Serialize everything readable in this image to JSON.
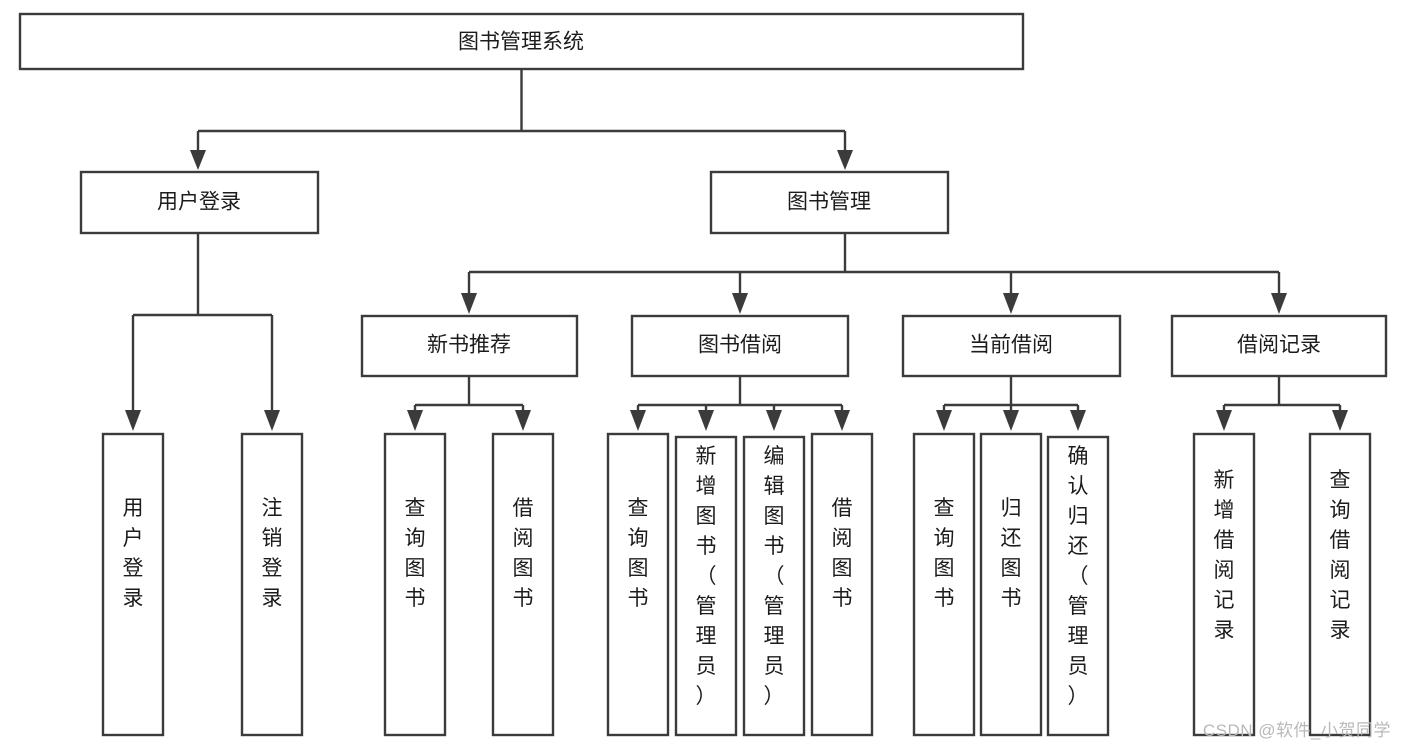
{
  "diagram": {
    "type": "tree",
    "title": "图书管理系统",
    "watermark": "CSDN @软件_小贺同学",
    "colors": {
      "stroke": "#3b3b3b",
      "fill": "#ffffff",
      "text": "#1c1c1c",
      "watermark": "#b9b9b9",
      "background": "#ffffff"
    },
    "nodes": {
      "root": {
        "label": "图书管理系统",
        "level": 1,
        "orientation": "horizontal"
      },
      "l2_user_login": {
        "label": "用户登录",
        "level": 2,
        "orientation": "horizontal"
      },
      "l2_book_manage": {
        "label": "图书管理",
        "level": 2,
        "orientation": "horizontal"
      },
      "l3_new_book_rec": {
        "label": "新书推荐",
        "level": 3,
        "orientation": "horizontal"
      },
      "l3_book_borrow": {
        "label": "图书借阅",
        "level": 3,
        "orientation": "horizontal"
      },
      "l3_current_borrow": {
        "label": "当前借阅",
        "level": 3,
        "orientation": "horizontal"
      },
      "l3_borrow_record": {
        "label": "借阅记录",
        "level": 3,
        "orientation": "horizontal"
      },
      "leaf_user_login": {
        "label": "用户登录",
        "level": 4,
        "orientation": "vertical"
      },
      "leaf_logout": {
        "label": "注销登录",
        "level": 4,
        "orientation": "vertical"
      },
      "leaf_rec_query": {
        "label": "查询图书",
        "level": 4,
        "orientation": "vertical"
      },
      "leaf_rec_borrow": {
        "label": "借阅图书",
        "level": 4,
        "orientation": "vertical"
      },
      "leaf_borrow_query": {
        "label": "查询图书",
        "level": 4,
        "orientation": "vertical"
      },
      "leaf_add_book": {
        "label": "新增图书（管理员）",
        "level": 4,
        "orientation": "vertical"
      },
      "leaf_edit_book": {
        "label": "编辑图书（管理员）",
        "level": 4,
        "orientation": "vertical"
      },
      "leaf_borrow_book": {
        "label": "借阅图书",
        "level": 4,
        "orientation": "vertical"
      },
      "leaf_cur_query": {
        "label": "查询图书",
        "level": 4,
        "orientation": "vertical"
      },
      "leaf_return_book": {
        "label": "归还图书",
        "level": 4,
        "orientation": "vertical"
      },
      "leaf_confirm_return": {
        "label": "确认归还（管理员）",
        "level": 4,
        "orientation": "vertical"
      },
      "leaf_add_record": {
        "label": "新增借阅记录",
        "level": 4,
        "orientation": "vertical"
      },
      "leaf_query_record": {
        "label": "查询借阅记录",
        "level": 4,
        "orientation": "vertical"
      }
    },
    "edges": [
      {
        "from": "root",
        "to": "l2_user_login"
      },
      {
        "from": "root",
        "to": "l2_book_manage"
      },
      {
        "from": "l2_user_login",
        "to": "leaf_user_login"
      },
      {
        "from": "l2_user_login",
        "to": "leaf_logout"
      },
      {
        "from": "l2_book_manage",
        "to": "l3_new_book_rec"
      },
      {
        "from": "l2_book_manage",
        "to": "l3_book_borrow"
      },
      {
        "from": "l2_book_manage",
        "to": "l3_current_borrow"
      },
      {
        "from": "l2_book_manage",
        "to": "l3_borrow_record"
      },
      {
        "from": "l3_new_book_rec",
        "to": "leaf_rec_query"
      },
      {
        "from": "l3_new_book_rec",
        "to": "leaf_rec_borrow"
      },
      {
        "from": "l3_book_borrow",
        "to": "leaf_borrow_query"
      },
      {
        "from": "l3_book_borrow",
        "to": "leaf_add_book"
      },
      {
        "from": "l3_book_borrow",
        "to": "leaf_edit_book"
      },
      {
        "from": "l3_book_borrow",
        "to": "leaf_borrow_book"
      },
      {
        "from": "l3_current_borrow",
        "to": "leaf_cur_query"
      },
      {
        "from": "l3_current_borrow",
        "to": "leaf_return_book"
      },
      {
        "from": "l3_current_borrow",
        "to": "leaf_confirm_return"
      },
      {
        "from": "l3_borrow_record",
        "to": "leaf_add_record"
      },
      {
        "from": "l3_borrow_record",
        "to": "leaf_query_record"
      }
    ]
  }
}
